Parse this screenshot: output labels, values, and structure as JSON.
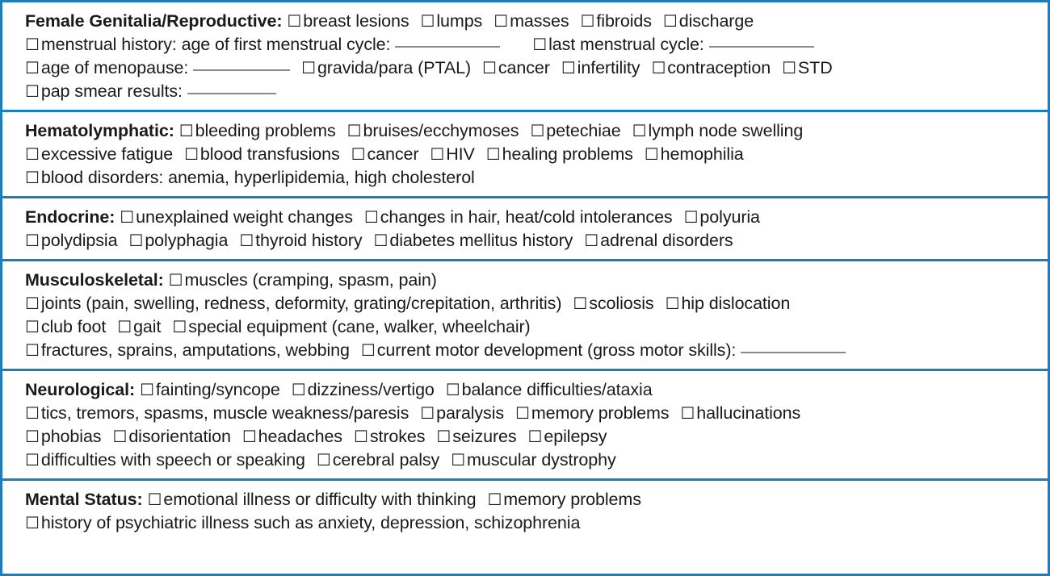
{
  "theme": {
    "border_color": "#1a7fc1",
    "text_color": "#1a1a1a",
    "blank_line_color": "#8a8a8a",
    "background": "#ffffff"
  },
  "glyphs": {
    "checkbox": "☐"
  },
  "sections": [
    {
      "id": "female-genitalia-reproductive",
      "title": "Female Genitalia/Reproductive:",
      "rows": [
        {
          "items": [
            {
              "type": "checkbox",
              "label": "breast lesions"
            },
            {
              "type": "checkbox",
              "label": "lumps"
            },
            {
              "type": "checkbox",
              "label": "masses"
            },
            {
              "type": "checkbox",
              "label": "fibroids"
            },
            {
              "type": "checkbox",
              "label": "discharge"
            }
          ]
        },
        {
          "items": [
            {
              "type": "checkbox-blank",
              "label": "menstrual history: age of first menstrual cycle:",
              "blank": "lg"
            },
            {
              "type": "checkbox-blank",
              "label": "last menstrual cycle:",
              "blank": "lg"
            }
          ]
        },
        {
          "items": [
            {
              "type": "checkbox-blank",
              "label": "age of menopause:",
              "blank": "md"
            },
            {
              "type": "checkbox",
              "label": "gravida/para (PTAL)"
            },
            {
              "type": "checkbox",
              "label": "cancer"
            },
            {
              "type": "checkbox",
              "label": "infertility"
            },
            {
              "type": "checkbox",
              "label": "contraception"
            },
            {
              "type": "checkbox",
              "label": "STD"
            }
          ]
        },
        {
          "items": [
            {
              "type": "checkbox-blank",
              "label": "pap smear results:",
              "blank": "sm"
            }
          ]
        }
      ]
    },
    {
      "id": "hematolymphatic",
      "title": "Hematolymphatic:",
      "rows": [
        {
          "items": [
            {
              "type": "checkbox",
              "label": "bleeding problems"
            },
            {
              "type": "checkbox",
              "label": "bruises/ecchymoses"
            },
            {
              "type": "checkbox",
              "label": "petechiae"
            },
            {
              "type": "checkbox",
              "label": "lymph node swelling"
            }
          ]
        },
        {
          "items": [
            {
              "type": "checkbox",
              "label": "excessive fatigue"
            },
            {
              "type": "checkbox",
              "label": "blood transfusions"
            },
            {
              "type": "checkbox",
              "label": "cancer"
            },
            {
              "type": "checkbox",
              "label": "HIV"
            },
            {
              "type": "checkbox",
              "label": "healing problems"
            },
            {
              "type": "checkbox",
              "label": "hemophilia"
            }
          ]
        },
        {
          "items": [
            {
              "type": "checkbox",
              "label": "blood disorders: anemia, hyperlipidemia, high cholesterol"
            }
          ]
        }
      ]
    },
    {
      "id": "endocrine",
      "title": "Endocrine:",
      "rows": [
        {
          "items": [
            {
              "type": "checkbox",
              "label": "unexplained weight changes"
            },
            {
              "type": "checkbox",
              "label": "changes in hair, heat/cold intolerances"
            },
            {
              "type": "checkbox",
              "label": "polyuria"
            }
          ]
        },
        {
          "items": [
            {
              "type": "checkbox",
              "label": "polydipsia"
            },
            {
              "type": "checkbox",
              "label": "polyphagia"
            },
            {
              "type": "checkbox",
              "label": "thyroid history"
            },
            {
              "type": "checkbox",
              "label": "diabetes mellitus history"
            },
            {
              "type": "checkbox",
              "label": "adrenal disorders"
            }
          ]
        }
      ]
    },
    {
      "id": "musculoskeletal",
      "title": "Musculoskeletal:",
      "rows": [
        {
          "items": [
            {
              "type": "checkbox",
              "label": "muscles (cramping, spasm, pain)"
            }
          ]
        },
        {
          "items": [
            {
              "type": "checkbox",
              "label": "joints (pain, swelling, redness, deformity, grating/crepitation, arthritis)"
            },
            {
              "type": "checkbox",
              "label": "scoliosis"
            },
            {
              "type": "checkbox",
              "label": "hip dislocation"
            }
          ]
        },
        {
          "items": [
            {
              "type": "checkbox",
              "label": "club foot"
            },
            {
              "type": "checkbox",
              "label": "gait"
            },
            {
              "type": "checkbox",
              "label": "special equipment (cane, walker, wheelchair)"
            }
          ]
        },
        {
          "items": [
            {
              "type": "checkbox",
              "label": "fractures, sprains, amputations, webbing"
            },
            {
              "type": "checkbox-blank",
              "label": "current motor development (gross motor skills):",
              "blank": "lg"
            }
          ]
        }
      ]
    },
    {
      "id": "neurological",
      "title": "Neurological:",
      "rows": [
        {
          "items": [
            {
              "type": "checkbox",
              "label": "fainting/syncope"
            },
            {
              "type": "checkbox",
              "label": "dizziness/vertigo"
            },
            {
              "type": "checkbox",
              "label": "balance difficulties/ataxia"
            }
          ]
        },
        {
          "items": [
            {
              "type": "checkbox",
              "label": "tics, tremors, spasms, muscle weakness/paresis"
            },
            {
              "type": "checkbox",
              "label": "paralysis"
            },
            {
              "type": "checkbox",
              "label": "memory problems"
            },
            {
              "type": "checkbox",
              "label": "hallucinations"
            }
          ]
        },
        {
          "items": [
            {
              "type": "checkbox",
              "label": "phobias"
            },
            {
              "type": "checkbox",
              "label": "disorientation"
            },
            {
              "type": "checkbox",
              "label": "headaches"
            },
            {
              "type": "checkbox",
              "label": "strokes"
            },
            {
              "type": "checkbox",
              "label": "seizures"
            },
            {
              "type": "checkbox",
              "label": "epilepsy"
            }
          ]
        },
        {
          "items": [
            {
              "type": "checkbox",
              "label": "difficulties with speech or speaking"
            },
            {
              "type": "checkbox",
              "label": "cerebral palsy"
            },
            {
              "type": "checkbox",
              "label": "muscular dystrophy"
            }
          ]
        }
      ]
    },
    {
      "id": "mental-status",
      "title": "Mental Status:",
      "rows": [
        {
          "items": [
            {
              "type": "checkbox",
              "label": "emotional illness or difficulty with thinking"
            },
            {
              "type": "checkbox",
              "label": "memory problems"
            }
          ]
        },
        {
          "items": [
            {
              "type": "checkbox",
              "label": "history of psychiatric illness such as anxiety, depression, schizophrenia"
            }
          ]
        }
      ]
    }
  ]
}
